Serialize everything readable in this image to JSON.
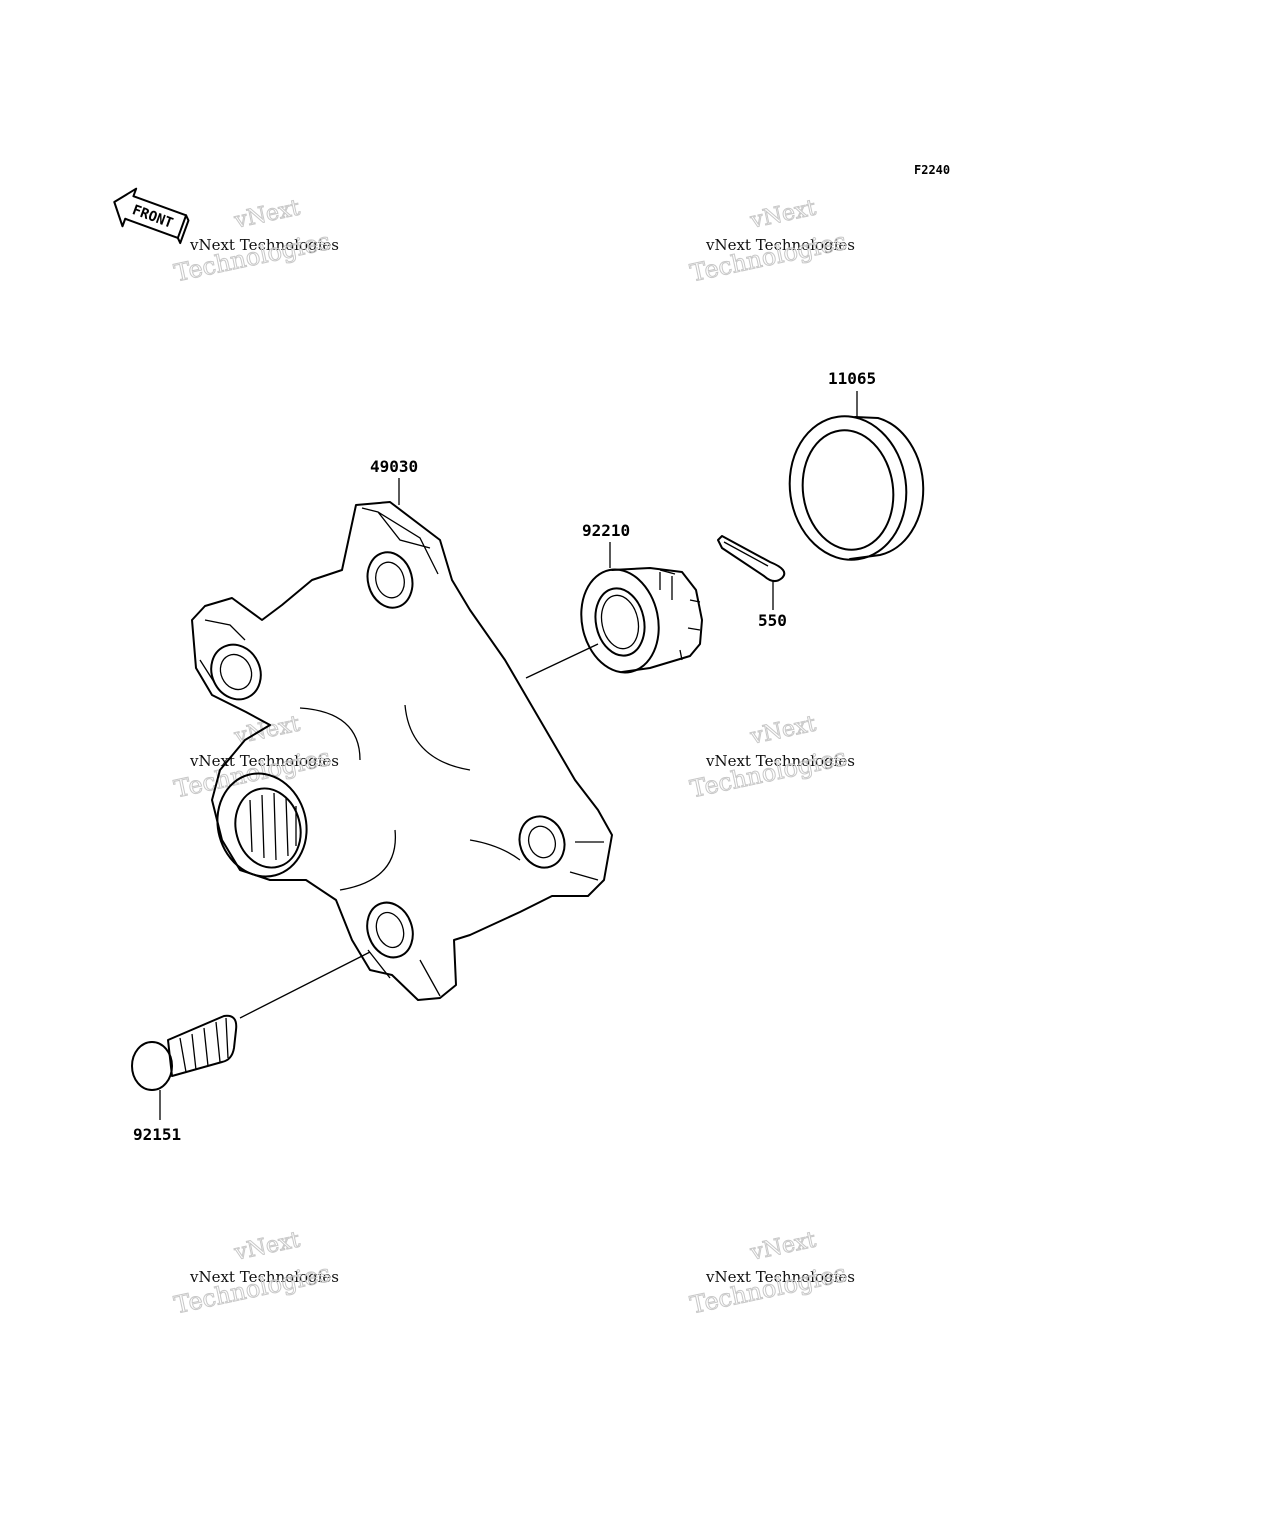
{
  "figure_code": "F2240",
  "front_label": "FRONT",
  "watermark": {
    "line0": "vNext",
    "line1": "vNext Technologies",
    "line2": "Technologies"
  },
  "parts": [
    {
      "number": "11065",
      "name_key": "cap"
    },
    {
      "number": "49030",
      "name_key": "hub"
    },
    {
      "number": "92210",
      "name_key": "nut"
    },
    {
      "number": "550",
      "name_key": "cotter-pin"
    },
    {
      "number": "92151",
      "name_key": "bolt"
    }
  ]
}
